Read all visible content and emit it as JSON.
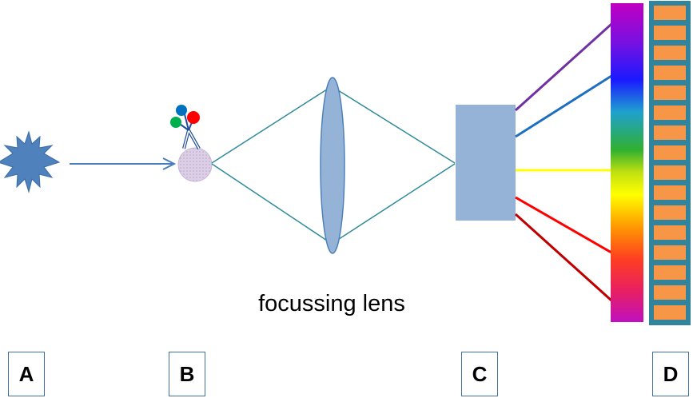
{
  "caption": "focussing lens",
  "labels": {
    "a": "A",
    "b": "B",
    "c": "C",
    "d": "D"
  },
  "colors": {
    "source_star": "#4f81bd",
    "beam_arrow": "#4a7ebb",
    "sample_disk": "#d9c8e0",
    "lens_rays": "#2e8b9a",
    "lens_fill": "#95b3d7",
    "grating_fill": "#95b3d7",
    "detector_cell": "#f79646",
    "detector_frame": "#31849b",
    "label_border": "#3f6f9f",
    "dispersed_rays": [
      "#7030a0",
      "#1f6fc1",
      "#ffff00",
      "#ff0000",
      "#c00000"
    ],
    "molecule_atoms": [
      "#0070c0",
      "#00b050",
      "#ff0000"
    ]
  },
  "icons": {
    "source": "starburst-icon",
    "molecule": "ball-and-stick-molecule-icon"
  }
}
